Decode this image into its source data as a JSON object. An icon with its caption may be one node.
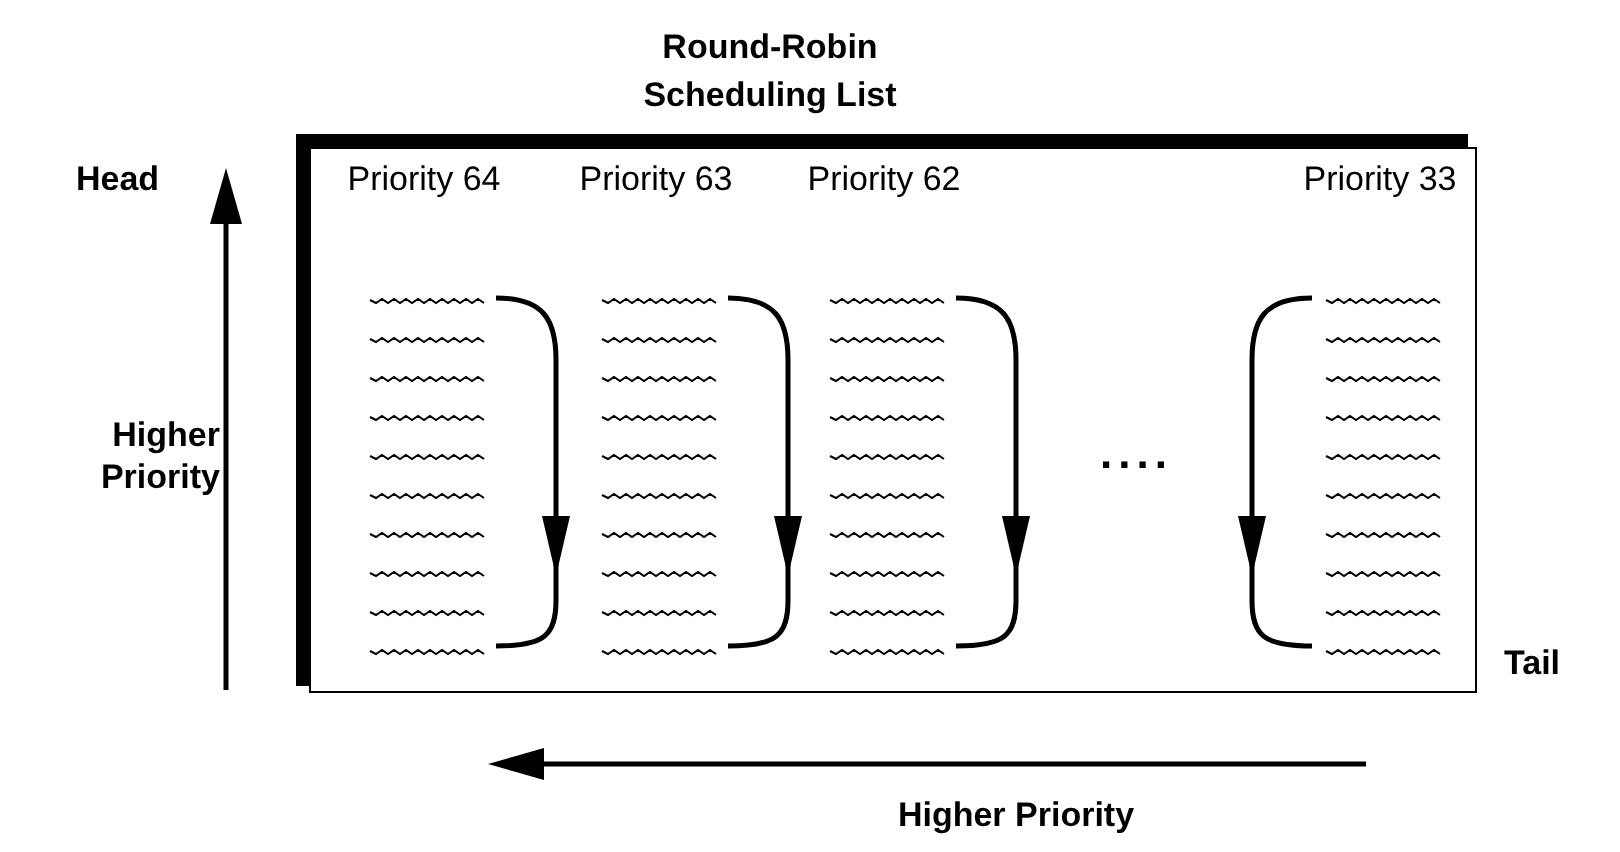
{
  "diagram": {
    "title": "Round-Robin Scheduling List",
    "labels": [
      "Head",
      "Higher Priority",
      "Priority 64",
      "Priority 63",
      "Priority 62",
      "Priority 33",
      "....",
      "Tail",
      "Higher Priority"
    ]
  }
}
